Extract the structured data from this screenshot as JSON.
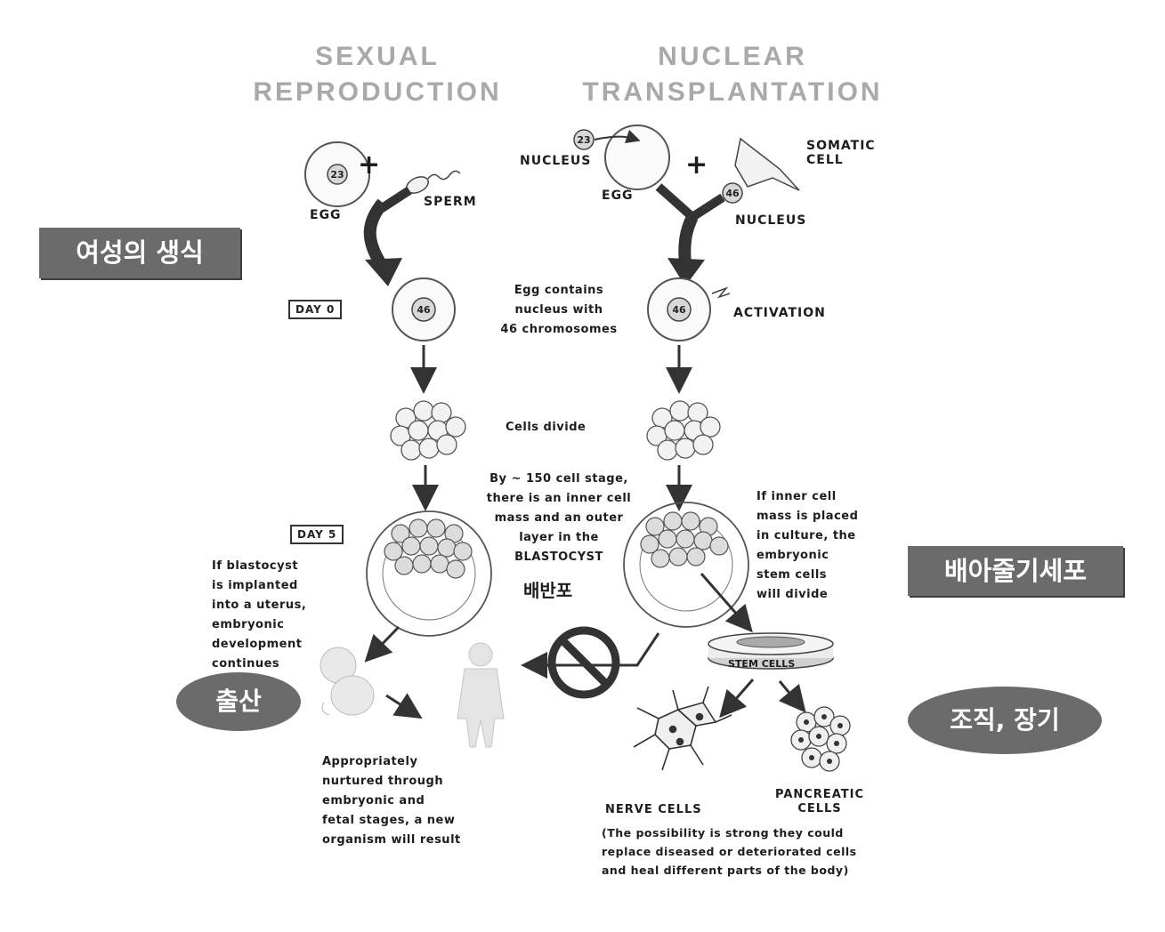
{
  "headers": {
    "sexual": "SEXUAL\nREPRODUCTION",
    "nuclear": "NUCLEAR\nTRANSPLANTATION"
  },
  "left_col": {
    "egg_label": "EGG",
    "sperm_label": "SPERM",
    "egg_chromosomes": "23",
    "fertilized_chromosomes": "46",
    "plus": "+"
  },
  "right_col": {
    "nucleus_label": "NUCLEUS",
    "egg_label": "EGG",
    "somatic_label": "SOMATIC\nCELL",
    "nucleus2_label": "NUCLEUS",
    "removed_chromosomes": "23",
    "somatic_chromosomes": "46",
    "activated_chromosomes": "46",
    "activation_label": "ACTIVATION",
    "plus": "+"
  },
  "day_boxes": {
    "day0": "DAY 0",
    "day5": "DAY 5"
  },
  "captions": {
    "egg_contains": "Egg contains\nnucleus with\n46 chromosomes",
    "cells_divide": "Cells divide",
    "blastocyst": "By ~ 150 cell stage,\nthere is an inner cell\nmass and an outer\nlayer in the\nBLASTOCYST",
    "inner_mass": "If inner cell\nmass is placed\nin culture, the\nembryonic\nstem cells\nwill divide",
    "implanted": "If blastocyst\nis implanted\ninto a uterus,\nembryonic\ndevelopment\ncontinues",
    "nurtured": "Appropriately\nnurtured through\nembryonic and\nfetal stages, a new\norganism will result",
    "stem_cells": "STEM CELLS",
    "nerve_cells": "NERVE CELLS",
    "pancreatic_cells": "PANCREATIC\nCELLS",
    "possibility": "(The possibility is strong they could\nreplace diseased or deteriorated cells\nand heal different parts of the body)"
  },
  "korean": {
    "female_reproduction": "여성의 생식",
    "blastocyst": "배반포",
    "embryonic_stem_cell": "배아줄기세포",
    "birth": "출산",
    "tissue_organ": "조직, 장기"
  },
  "colors": {
    "label_box": "#6b6b6b",
    "header_text": "#a9a9a9",
    "arrow": "#333333"
  }
}
